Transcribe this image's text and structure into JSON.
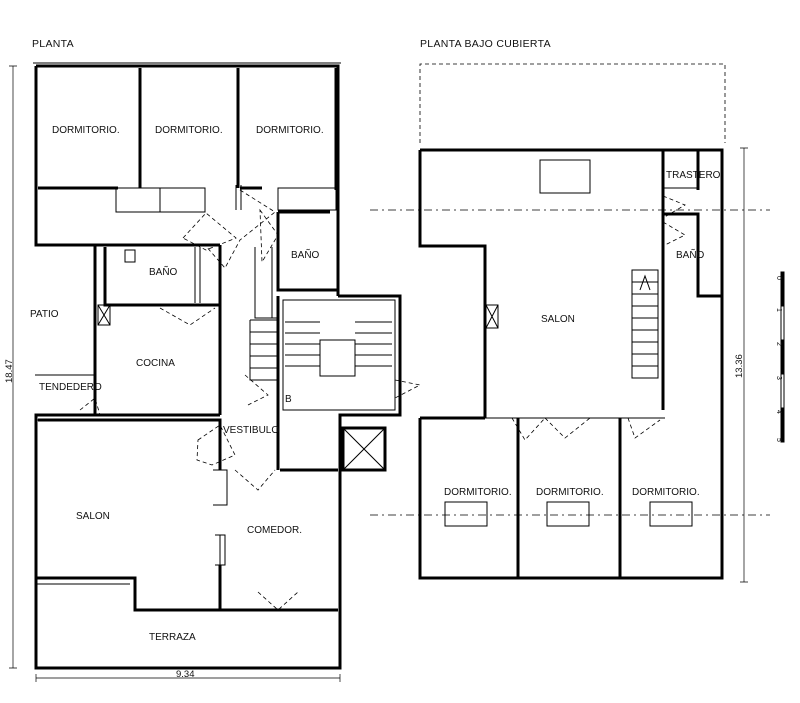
{
  "titles": {
    "planta": "PLANTA",
    "planta_bajo_cubierta": "PLANTA BAJO CUBIERTA"
  },
  "planta_rooms": {
    "dormitorio_1": "DORMITORIO.",
    "dormitorio_2": "DORMITORIO.",
    "dormitorio_3": "DORMITORIO.",
    "bano_1": "BAÑO",
    "bano_2": "BAÑO",
    "patio": "PATIO",
    "cocina": "COCINA",
    "tendedero": "TENDEDERO",
    "vestibulo": "VESTIBULO",
    "stair_mark": "B",
    "salon": "SALON",
    "comedor": "COMEDOR.",
    "terraza": "TERRAZA"
  },
  "cubierta_rooms": {
    "trastero": "TRASTERO",
    "bano": "BAÑO",
    "salon": "SALON",
    "dormitorio_1": "DORMITORIO.",
    "dormitorio_2": "DORMITORIO.",
    "dormitorio_3": "DORMITORIO."
  },
  "dimensions": {
    "planta_height": "18.47",
    "planta_width": "9.34",
    "cubierta_height": "13.36"
  },
  "scale_bar": [
    "0",
    "1",
    "2",
    "3",
    "4",
    "5"
  ]
}
